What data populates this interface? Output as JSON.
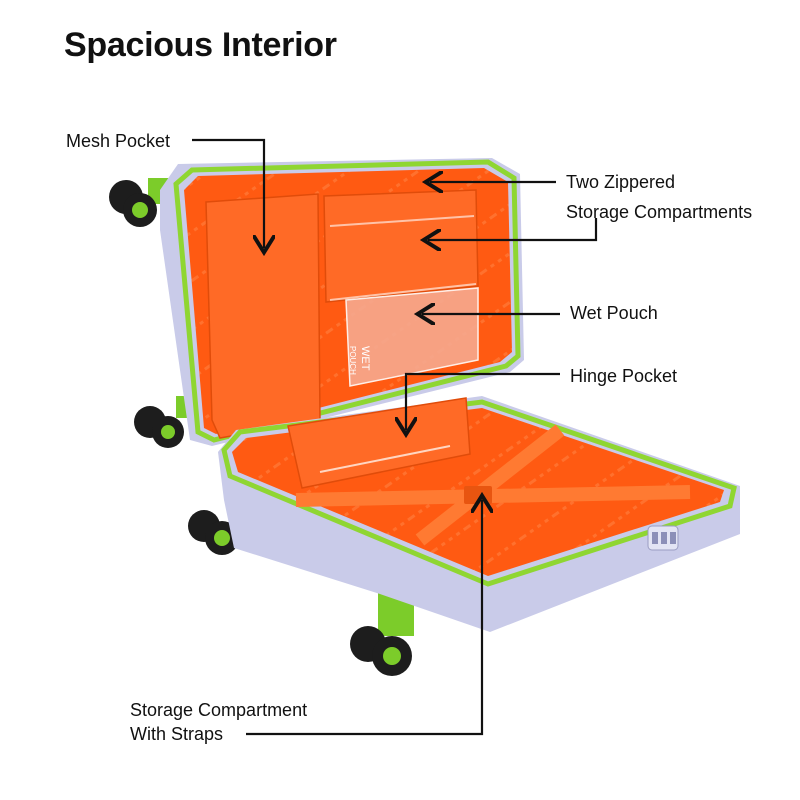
{
  "title": "Spacious Interior",
  "labels": {
    "mesh_pocket": "Mesh Pocket",
    "zippered_line1": "Two Zippered",
    "zippered_line2": "Storage  Compartments",
    "wet_pouch": "Wet Pouch",
    "hinge_pocket": "Hinge Pocket",
    "straps_line1": "Storage Compartment",
    "straps_line2": "With Straps"
  },
  "product_text": {
    "pouch_print_line1": "WET",
    "pouch_print_line2": "POUCH"
  },
  "colors": {
    "shell": "#c9cbe9",
    "trim": "#8fd632",
    "lining": "#ff5a12",
    "wheel": "#1d1d1d",
    "wheel_hub": "#7ccc2a",
    "arrow": "#111111"
  }
}
